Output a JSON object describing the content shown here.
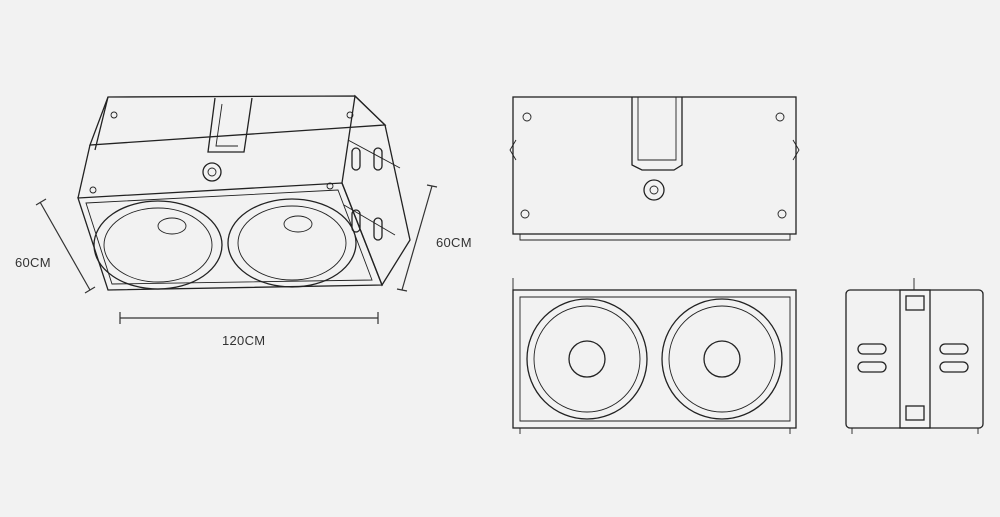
{
  "dimensions": {
    "depth_left": "60CM",
    "width_bottom": "120CM",
    "height_right": "60CM"
  },
  "colors": {
    "background": "#f2f2f2",
    "line": "#222222"
  }
}
